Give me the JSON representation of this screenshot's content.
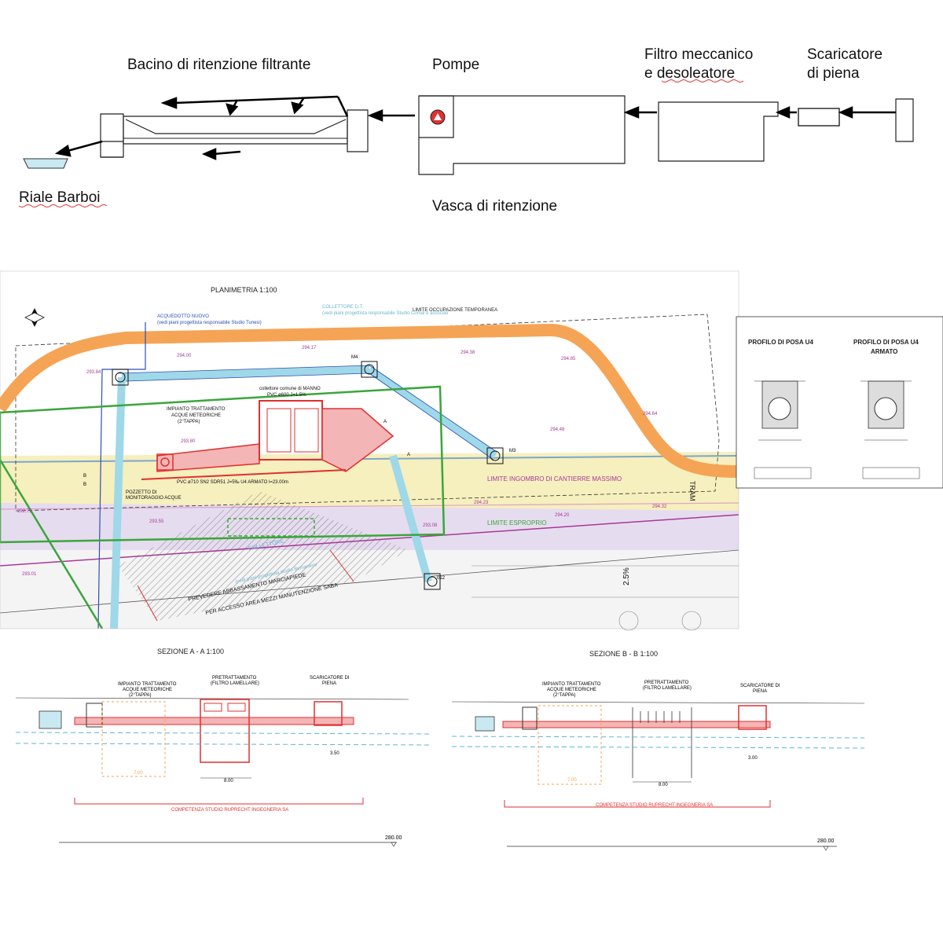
{
  "schema": {
    "bacino": "Bacino di ritenzione filtrante",
    "pompe": "Pompe",
    "filtro_line1": "Filtro meccanico",
    "filtro_line2": "e desoleatore",
    "scaricatore_line1": "Scaricatore",
    "scaricatore_line2": "di piena",
    "riale": "Riale Barboi",
    "vasca": "Vasca di ritenzione"
  },
  "plan": {
    "title": "PLANIMETRIA 1:100",
    "acquedotto": "ACQUEDOTTO NUOVO",
    "acquedotto_note": "(vedi piani progettista responsabile Studio Tunesi)",
    "collettore_dt": "COLLETTORE D.T.",
    "collettore_dt_note": "(vedi piani progettista responsabile Studio Comal e associati",
    "limite_occupazione": "LIMITE OCCUPAZIONE TEMPORANEA",
    "impianto": "IMPIANTO TRATTAMENTO",
    "impianto2": "ACQUE METEORICHE",
    "impianto3": "(2°TAPPA)",
    "limite_cantiere": "LIMITE INGOMBRO DI CANTIERRE MASSIMO",
    "limite_esproprio": "LIMITE ESPROPRIO",
    "tram": "TRAM",
    "collettore": "COLLETTORE",
    "collettore_note": "(vedi piani progettista studio Bernardoni",
    "marciapiede1": "PREVEDERE ABBASSAMENTO MARCIAPIEDE",
    "marciapiede2": "PER ACCESSO AREA MEZZI MANUTENZIONE SABA",
    "pozzetto": "POZZETTO DI",
    "pozzetto2": "MONITORAGGIO ACQUE",
    "pvc_note": "PVC ø710 SN2 SDR51 J=5‰ U4 ARMATO l=23.00m",
    "collettore_manno": "collettore comune di MANNO",
    "pvc_600": "PVC ø600 J=1.5%",
    "slope": "2.5%",
    "levels": [
      "294.00",
      "294.17",
      "294.38",
      "294.85",
      "294.64",
      "294.48",
      "294.23",
      "294.20",
      "294.32",
      "293.84",
      "293.80",
      "293.55",
      "293.01",
      "292.79",
      "293.08"
    ],
    "markers": [
      "M4",
      "M3",
      "A",
      "A",
      "B",
      "B",
      "012"
    ]
  },
  "profilo": {
    "u4": "PROFILO DI POSA U4",
    "u4_armato_1": "PROFILO DI POSA U4",
    "u4_armato_2": "ARMATO"
  },
  "section_a": {
    "title": "SEZIONE  A - A 1:100",
    "impianto1": "IMPIANTO TRATTAMENTO",
    "impianto2": "ACQUE METEORICHE",
    "impianto3": "(2°TAPPA)",
    "pretratt1": "PRETRATTAMENTO",
    "pretratt2": "(FILTRO LAMELLARE)",
    "scaric1": "SCARICATORE DI",
    "scaric2": "PIENA",
    "competenza": "COMPETENZA STUDIO RUPRECHT INGEGNERIA SA",
    "datum": "280.00",
    "dim1": "7.00",
    "dim2": "8.00",
    "dim3": "3.50"
  },
  "section_b": {
    "title": "SEZIONE  B - B 1:100",
    "impianto1": "IMPIANTO TRATTAMENTO",
    "impianto2": "ACQUE METEORICHE",
    "impianto3": "(2°TAPPA)",
    "pretratt1": "PRETRATTAMENTO",
    "pretratt2": "(FILTRO LAMELLARE)",
    "scaric1": "SCARICATORE DI",
    "scaric2": "PIENA",
    "competenza": "COMPETENZA STUDIO RUPRECHT INGEGNERIA SA",
    "datum": "280.00",
    "dim1": "7.00",
    "dim2": "8.00",
    "dim3": "3.00"
  },
  "colors": {
    "orange": "#f5a455",
    "cyan": "#9fd8e8",
    "yellow": "#f6efbe",
    "lavender": "#e6dcef",
    "green": "#3aa63a",
    "red": "#e03030",
    "blue": "#2d4fb5",
    "magenta": "#a8389a"
  }
}
